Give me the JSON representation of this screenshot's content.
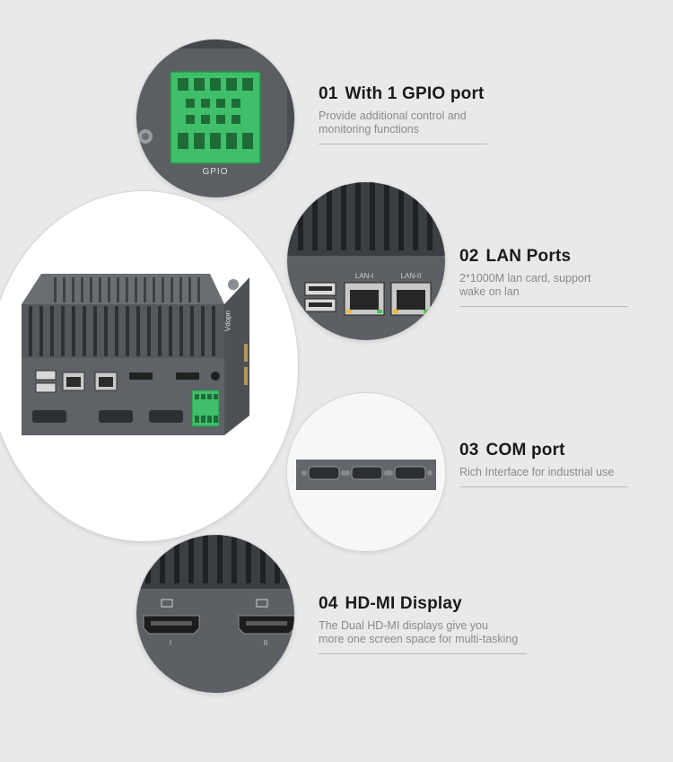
{
  "features": [
    {
      "num": "01",
      "title": "With 1 GPIO port",
      "desc": [
        "Provide additional control and",
        "monitoring functions"
      ]
    },
    {
      "num": "02",
      "title": "LAN Ports",
      "desc": [
        "2*1000M lan card, support",
        "wake on lan"
      ]
    },
    {
      "num": "03",
      "title": "COM port",
      "desc": [
        "Rich Interface for industrial use"
      ]
    },
    {
      "num": "04",
      "title": "HD-MI Display",
      "desc": [
        "The Dual HD-MI displays give you",
        "more one screen space for multi-tasking"
      ]
    }
  ],
  "labels": {
    "gpio": "GPIO",
    "lan1": "LAN-I",
    "lan2": "LAN-II",
    "hdmi1": "I",
    "hdmi2": "II",
    "brand": "Vdopn"
  },
  "colors": {
    "background": "#e9e9e9",
    "chassis": "#5c5f64",
    "gpio_green": "#3fbf6a"
  }
}
